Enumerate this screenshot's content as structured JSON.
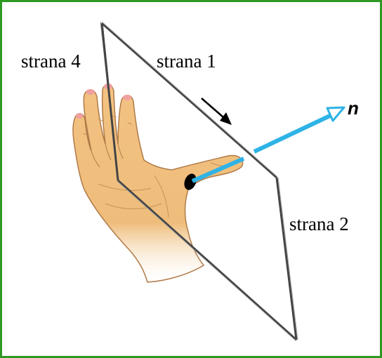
{
  "labels": {
    "side1": "strana 1",
    "side2": "strana 2",
    "side4": "strana 4",
    "normal": "n"
  },
  "colors": {
    "border": "#2e9a23",
    "normal_vector": "#2eb3e6",
    "skin": "#f2c282",
    "skin_outline": "#b07a48",
    "loop": "#333333"
  }
}
